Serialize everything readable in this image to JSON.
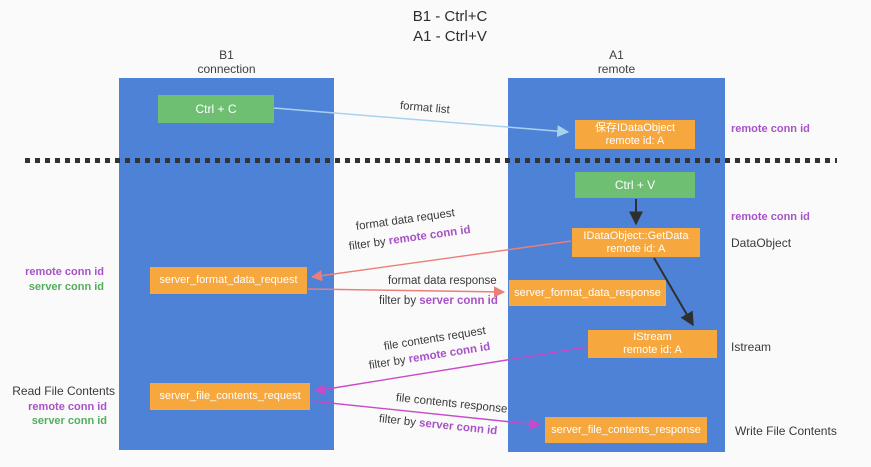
{
  "title": {
    "line1": "B1 - Ctrl+C",
    "line2": "A1 - Ctrl+V"
  },
  "columns": {
    "left": {
      "name": "B1",
      "role": "connection"
    },
    "right": {
      "name": "A1",
      "role": "remote"
    }
  },
  "nodes": {
    "ctrl_c": {
      "label": "Ctrl + C"
    },
    "ctrl_v": {
      "label": "Ctrl + V"
    },
    "save_dataobject": {
      "line1": "保存IDataObject",
      "line2": "remote id: A"
    },
    "getdata": {
      "line1": "IDataObject::GetData",
      "line2": "remote id: A"
    },
    "istream": {
      "line1": "IStream",
      "line2": "remote id: A"
    },
    "format_request": {
      "label": "server_format_data_request"
    },
    "format_response": {
      "label": "server_format_data_response"
    },
    "file_request": {
      "label": "server_file_contents_request"
    },
    "file_response": {
      "label": "server_file_contents_response"
    }
  },
  "edges": {
    "format_list": {
      "label": "format list"
    },
    "format_request": {
      "label": "format data request",
      "filter_prefix": "filter by ",
      "filter_value": "remote conn id"
    },
    "format_response": {
      "label": "format data response",
      "filter_prefix": "filter by ",
      "filter_value": "server conn id"
    },
    "file_request": {
      "label": "file contents request",
      "filter_prefix": "filter by ",
      "filter_value": "remote conn id"
    },
    "file_response": {
      "label": "file contents response",
      "filter_prefix": "filter by ",
      "filter_value": "server conn id"
    }
  },
  "annotations": {
    "remote_conn_top": "remote conn id",
    "remote_conn_mid": "remote conn id",
    "dataobject": "DataObject",
    "istream": "Istream",
    "write_file_contents": "Write File Contents",
    "read_file_contents": "Read File Contents",
    "left_mid": {
      "remote": "remote conn id",
      "server": "server conn id"
    },
    "left_bottom": {
      "remote": "remote conn id",
      "server": "server conn id"
    }
  },
  "colors": {
    "column_blue": "#4d82d6",
    "box_green": "#6fbf72",
    "box_orange": "#f6a73e",
    "label_purple": "#a852c8",
    "label_green": "#53ae5c",
    "arrow_salmon": "#ec7e79",
    "arrow_magenta": "#c84ac8",
    "arrow_lightblue": "#a9d2ee",
    "arrow_black": "#2f2f2f"
  }
}
